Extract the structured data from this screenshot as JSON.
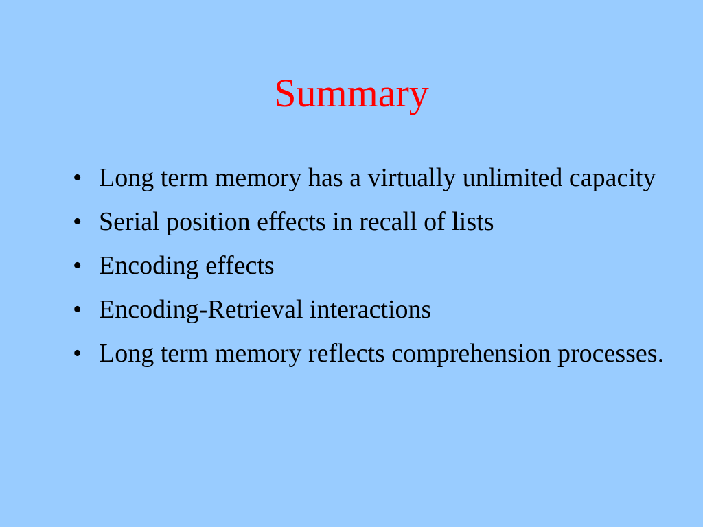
{
  "slide": {
    "title": "Summary",
    "title_color": "#ff0000",
    "background_color": "#99ccff",
    "bullets": [
      {
        "text": "Long term memory has a virtually unlimited capacity"
      },
      {
        "text": "Serial position effects in recall of lists"
      },
      {
        "text": "Encoding effects"
      },
      {
        "text": "Encoding-Retrieval interactions"
      },
      {
        "text": "Long term memory reflects comprehension processes."
      }
    ],
    "bullet_symbol": "•"
  }
}
